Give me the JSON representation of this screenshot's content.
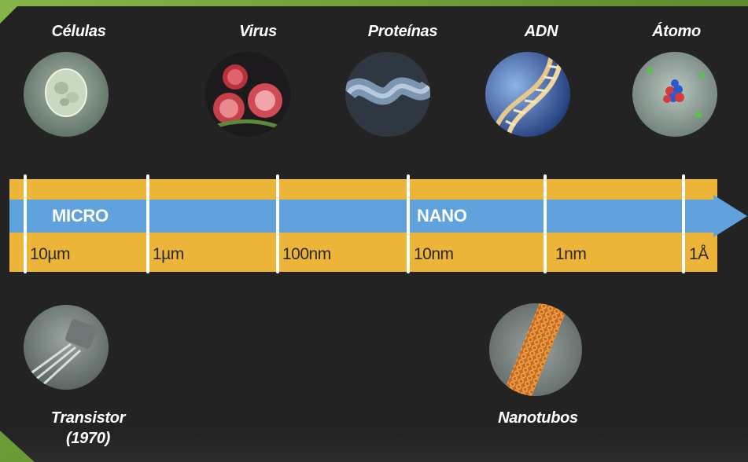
{
  "objects": [
    {
      "label": "Células"
    },
    {
      "label": "Virus"
    },
    {
      "label": "Proteínas"
    },
    {
      "label": "ADN"
    },
    {
      "label": "Átomo"
    }
  ],
  "zones": {
    "micro": "MICRO",
    "nano": "NANO"
  },
  "scale": [
    "10µm",
    "1µm",
    "100nm",
    "10nm",
    "1nm",
    "1Å"
  ],
  "devices": [
    {
      "label_line1": "Transistor",
      "label_line2": "(1970)"
    },
    {
      "label_line1": "Nanotubos",
      "label_line2": ""
    }
  ],
  "colors": {
    "band": "#ecb53a",
    "arrow": "#5fa2dd",
    "panel": "#232323",
    "frame": "#6f9c3a"
  }
}
